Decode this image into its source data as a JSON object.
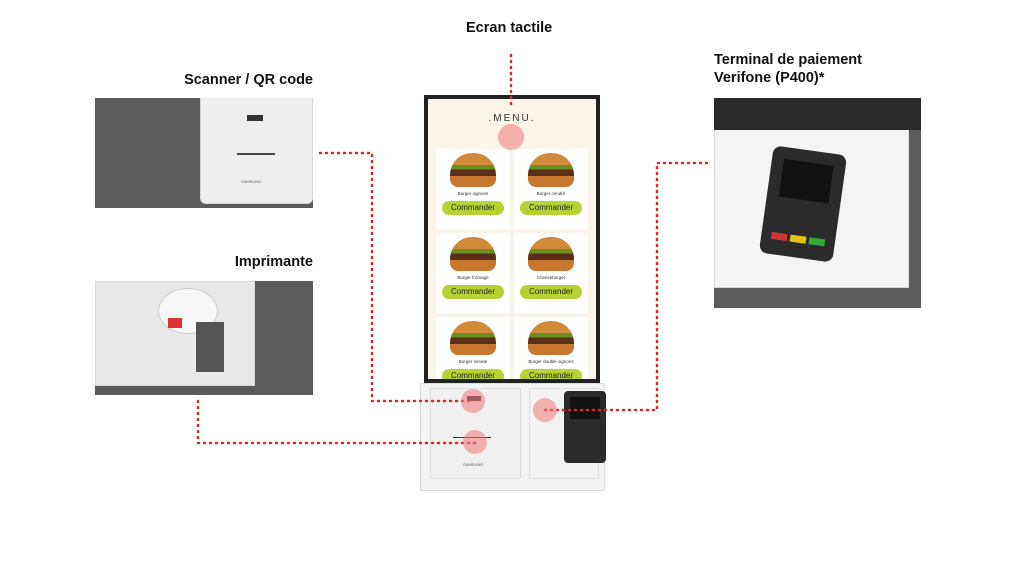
{
  "labels": {
    "screen": "Ecran tactile",
    "scanner": "Scanner / QR code",
    "printer": "Imprimante",
    "terminal_line1": "Terminal de paiement",
    "terminal_line2": "Verifone (P400)*"
  },
  "screen": {
    "menu_title": ".MENU.",
    "button_label": "Commander",
    "items": [
      {
        "name": "Burger oignons"
      },
      {
        "name": "Burger cendré"
      },
      {
        "name": "Burger fromage"
      },
      {
        "name": "Cheeseburger"
      },
      {
        "name": "Burger tomate"
      },
      {
        "name": "Burger double oignons"
      }
    ]
  },
  "brand": "SAMSUNG",
  "colors": {
    "callout_line": "#d42a2a",
    "accent_button": "#b5d334",
    "panel_bg": "#5b5b5b"
  }
}
